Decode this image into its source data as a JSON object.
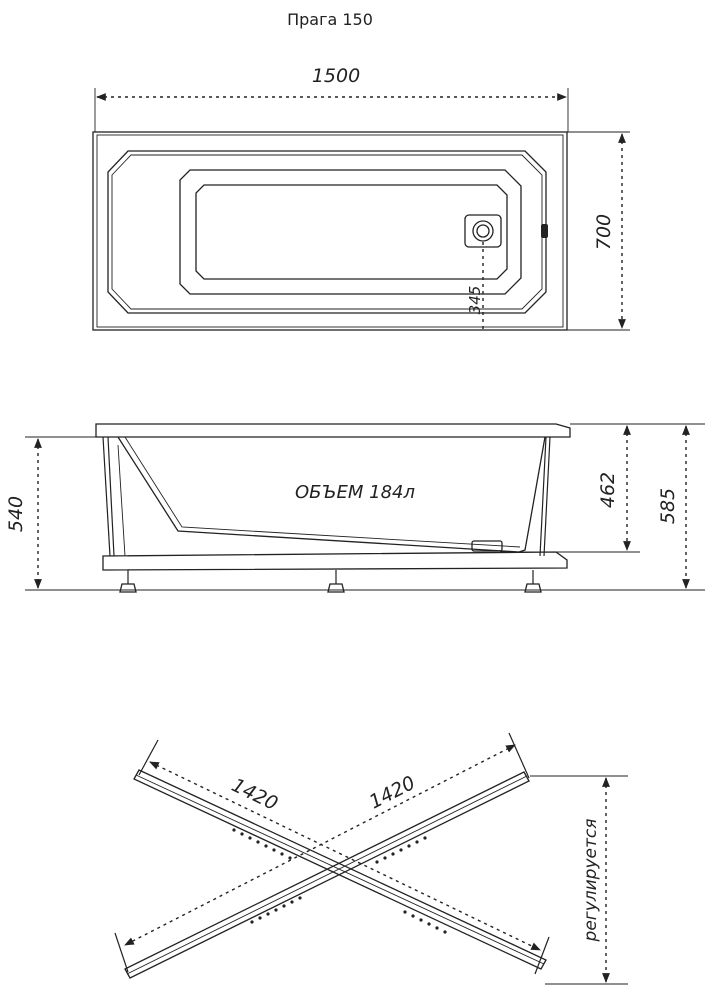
{
  "title": "Прага 150",
  "top_view": {
    "length": "1500",
    "width": "700",
    "drain_offset": "345"
  },
  "side_view": {
    "volume_label": "ОБЪЕМ 184л",
    "height_left": "540",
    "depth": "462",
    "total_height": "585"
  },
  "frame_view": {
    "diagonal_1": "1420",
    "diagonal_2": "1420",
    "adjustable_label": "регулируется"
  }
}
